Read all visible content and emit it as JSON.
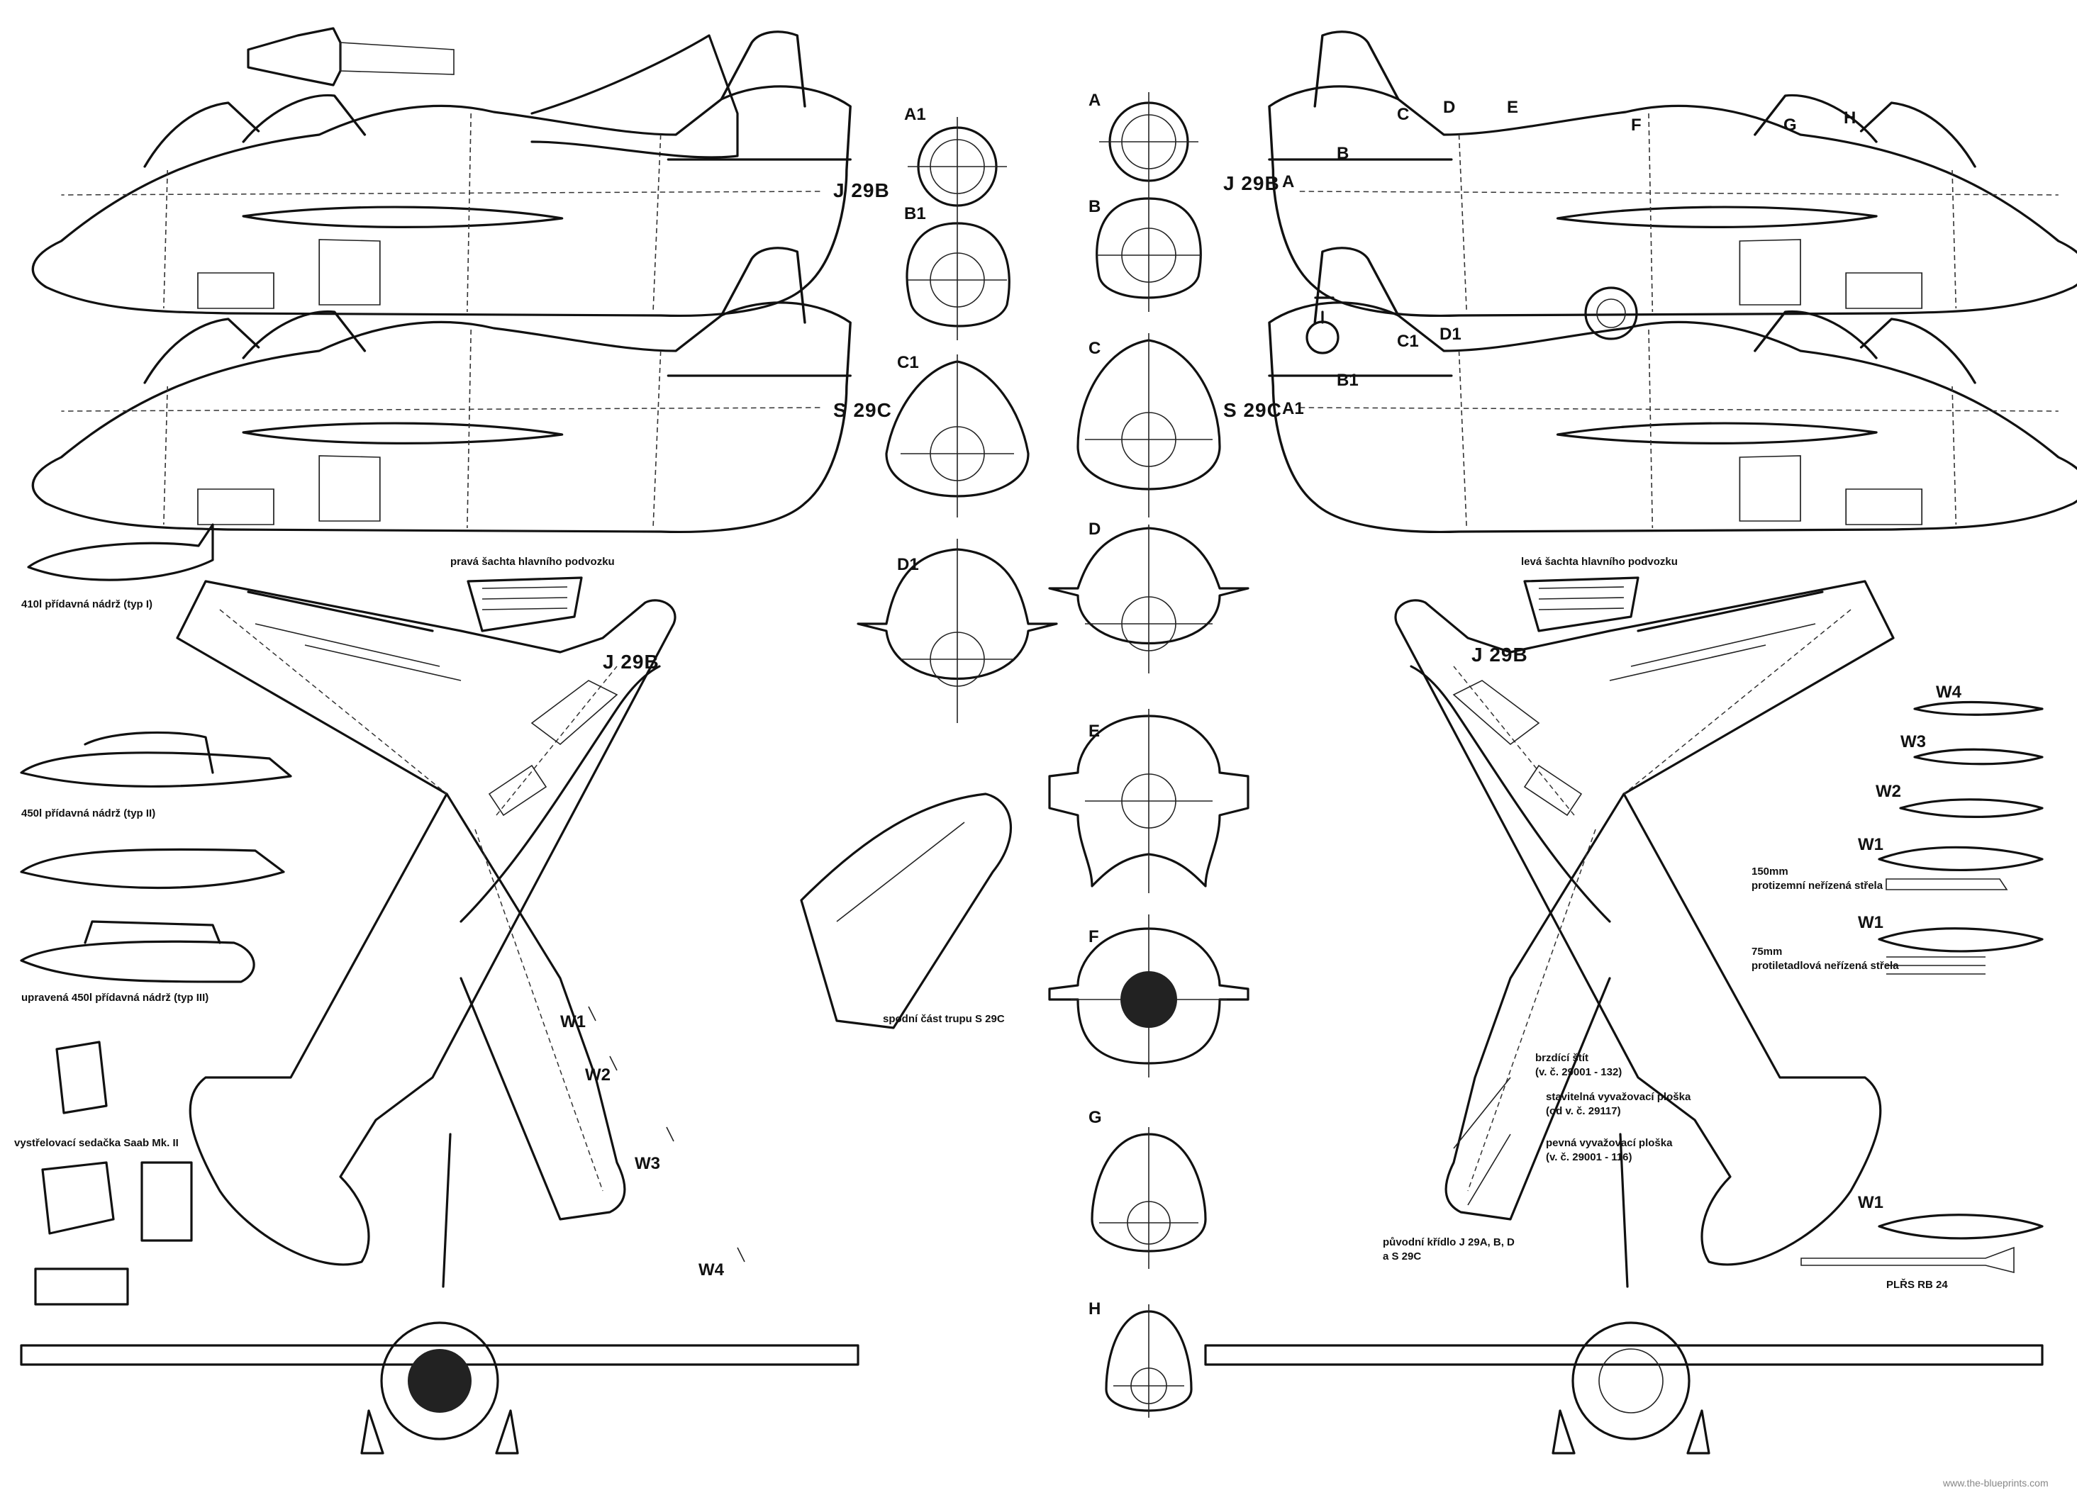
{
  "views": {
    "side_left_top": "J 29B",
    "side_left_bottom": "S 29C",
    "side_right_top": "J 29B",
    "side_right_bottom": "S 29C",
    "plan_left": "J 29B",
    "plan_right": "J 29B"
  },
  "sections_left": [
    "A1",
    "B1",
    "C1",
    "D1"
  ],
  "sections_center": [
    "A",
    "B",
    "C",
    "D",
    "E",
    "F",
    "G",
    "H"
  ],
  "station_marks_top": [
    "A",
    "B",
    "C",
    "D",
    "E",
    "F",
    "G",
    "H"
  ],
  "station_marks_bottom": [
    "A1",
    "B1",
    "C1",
    "D1"
  ],
  "wing_stations_left": [
    "W1",
    "W2",
    "W3",
    "W4"
  ],
  "airfoils_right": [
    "W4",
    "W3",
    "W2",
    "W1",
    "W1",
    "W1"
  ],
  "notes": {
    "right_gear_bay": "pravá šachta hlavního podvozku",
    "left_gear_bay": "levá šachta hlavního podvozku",
    "tank_410": "410l přídavná nádrž (typ I)",
    "tank_450": "450l přídavná nádrž (typ II)",
    "tank_450_mod": "upravená 450l přídavná nádrž (typ III)",
    "seat": "vystřelovací sedačka Saab Mk. II",
    "lower_fuselage": "spodní část trupu S 29C",
    "rocket_150_a": "150mm",
    "rocket_150_b": "protizemní neřízená střela",
    "rocket_75_a": "75mm",
    "rocket_75_b": "protiletadlová neřízená střela",
    "brake_a": "brzdící štít",
    "brake_b": "(v. č. 29001 - 132)",
    "trim_adj_a": "stavitelná vyvažovací ploška",
    "trim_adj_b": "(od v. č. 29117)",
    "trim_fix_a": "pevná vyvažovací ploška",
    "trim_fix_b": "(v. č. 29001 - 116)",
    "orig_wing_a": "původní křídlo J 29A, B, D",
    "orig_wing_b": "a S 29C",
    "missile": "PLŘS RB 24"
  },
  "credit": "www.the-blueprints.com"
}
